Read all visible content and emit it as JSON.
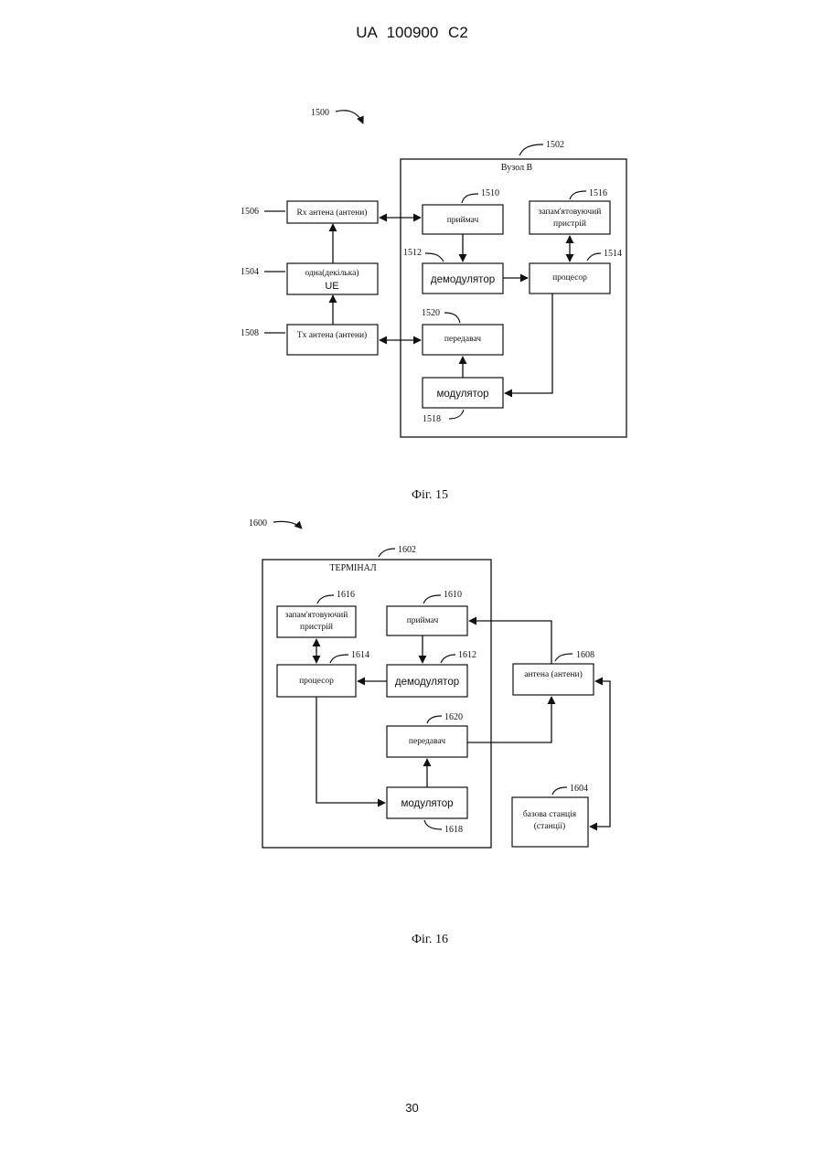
{
  "header": "UA  100900  C2",
  "page_number": "30",
  "fig15": {
    "caption": "Фіг. 15",
    "ref_main": "1500",
    "node": {
      "ref": "1502",
      "label": "Вузол В"
    },
    "rx_antenna": {
      "ref": "1506",
      "label": "Rx антена (антени)"
    },
    "ue": {
      "ref": "1504",
      "line1": "одна(декілька)",
      "line2": "UE"
    },
    "tx_antenna": {
      "ref": "1508",
      "label": "Tx антена (антени)"
    },
    "receiver": {
      "ref": "1510",
      "label": "приймач"
    },
    "memory": {
      "ref": "1516",
      "line1": "запам'ятовуючий",
      "line2": "пристрій"
    },
    "demodulator": {
      "ref": "1512",
      "label": "демодулятор"
    },
    "processor": {
      "ref": "1514",
      "label": "процесор"
    },
    "transmitter": {
      "ref": "1520",
      "label": "передавач"
    },
    "modulator": {
      "ref": "1518",
      "label": "модулятор"
    }
  },
  "fig16": {
    "caption": "Фіг. 16",
    "ref_main": "1600",
    "terminal": {
      "ref": "1602",
      "label": "ТЕРМІНАЛ"
    },
    "memory": {
      "ref": "1616",
      "line1": "запам'ятовуючий",
      "line2": "пристрій"
    },
    "receiver": {
      "ref": "1610",
      "label": "приймач"
    },
    "processor": {
      "ref": "1614",
      "label": "процесор"
    },
    "demodulator": {
      "ref": "1612",
      "label": "демодулятор"
    },
    "antenna": {
      "ref": "1608",
      "label": "антена (антени)"
    },
    "transmitter": {
      "ref": "1620",
      "label": "передавач"
    },
    "modulator": {
      "ref": "1618",
      "label": "модулятор"
    },
    "base_station": {
      "ref": "1604",
      "line1": "базова станція",
      "line2": "(станції)"
    }
  }
}
